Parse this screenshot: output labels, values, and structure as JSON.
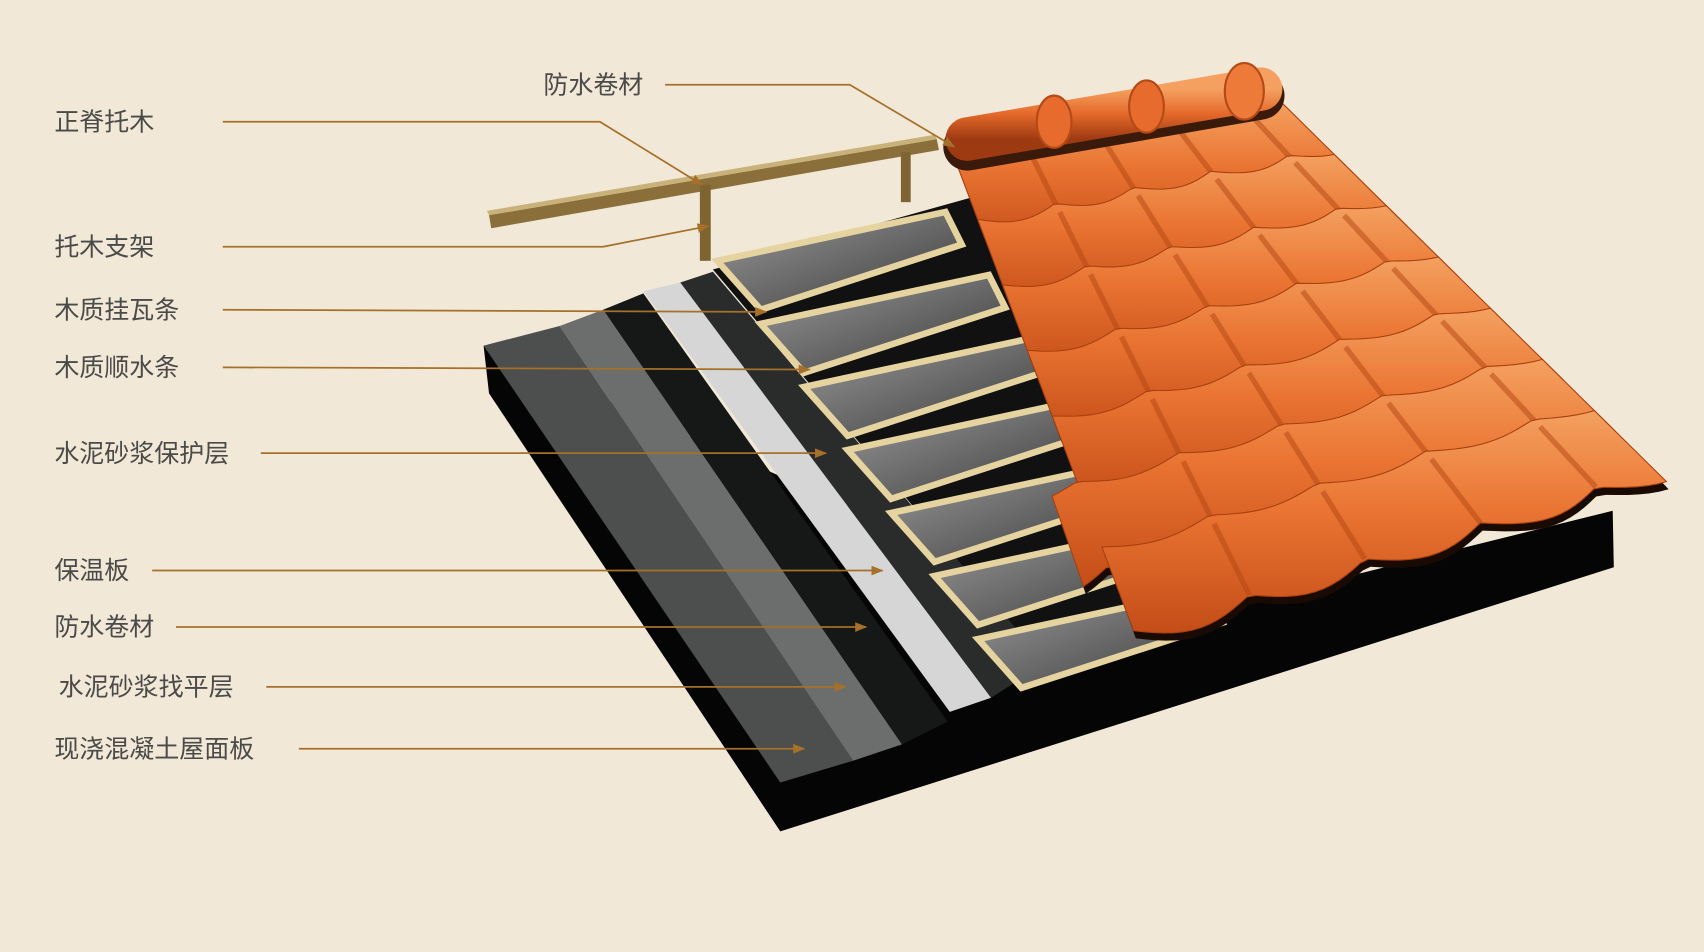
{
  "colors": {
    "background": "#f2e8d8",
    "leader_line": "#a4702a",
    "label_text": "#4a4a48",
    "tile": "#e86a2a",
    "batten": "#e6d4a0",
    "slab": "#0c0c0c"
  },
  "labels": [
    {
      "text": "防水卷材"
    },
    {
      "text": "正脊托木"
    },
    {
      "text": "托木支架"
    },
    {
      "text": "木质挂瓦条"
    },
    {
      "text": "木质顺水条"
    },
    {
      "text": "水泥砂浆保护层"
    },
    {
      "text": "保温板"
    },
    {
      "text": "防水卷材"
    },
    {
      "text": "水泥砂浆找平层"
    },
    {
      "text": "现浇混凝土屋面板"
    }
  ]
}
